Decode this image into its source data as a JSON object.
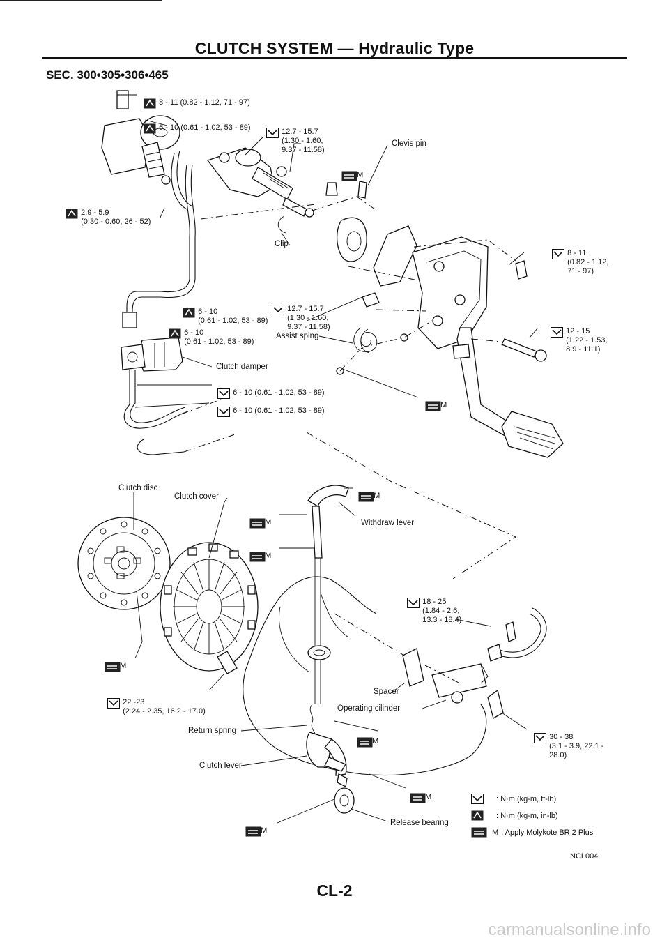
{
  "page": {
    "title": "CLUTCH SYSTEM — Hydraulic Type",
    "section": "SEC. 300•305•306•465",
    "page_number": "CL-2",
    "figure_code": "NCL004",
    "watermark": "carmanualsonline.info"
  },
  "torques": [
    {
      "id": "t1",
      "icon": "tightening-torque-in-lb",
      "text": "8 - 11 (0.82 - 1.12, 71 - 97)"
    },
    {
      "id": "t2",
      "icon": "tightening-torque-in-lb",
      "text": "6 - 10 (0.61 - 1.02, 53 - 89)"
    },
    {
      "id": "t3",
      "icon": "tightening-torque-ft-lb",
      "text": "12.7 - 15.7\n(1.30 - 1.60,\n9.37 - 11.58)"
    },
    {
      "id": "t4",
      "icon": "tightening-torque-in-lb",
      "text": "2.9 - 5.9\n(0.30 - 0.60, 26 - 52)"
    },
    {
      "id": "t5",
      "icon": "tightening-torque-ft-lb",
      "text": "8 - 11\n(0.82 - 1.12,\n71 - 97)"
    },
    {
      "id": "t6",
      "icon": "tightening-torque-in-lb",
      "text": "6 - 10\n(0.61 - 1.02, 53 - 89)"
    },
    {
      "id": "t7",
      "icon": "tightening-torque-ft-lb",
      "text": "12.7 - 15.7\n(1.30 - 1.60,\n9.37 - 11.58)"
    },
    {
      "id": "t8",
      "icon": "tightening-torque-in-lb",
      "text": "6 - 10\n(0.61 - 1.02, 53 - 89)"
    },
    {
      "id": "t9",
      "icon": "tightening-torque-ft-lb",
      "text": "12 - 15\n(1.22 - 1.53,\n8.9 - 11.1)"
    },
    {
      "id": "t10",
      "icon": "tightening-torque-ft-lb",
      "text": "6 - 10 (0.61 - 1.02, 53 - 89)"
    },
    {
      "id": "t11",
      "icon": "tightening-torque-ft-lb",
      "text": "6 - 10 (0.61 - 1.02, 53 - 89)"
    },
    {
      "id": "t12",
      "icon": "tightening-torque-ft-lb",
      "text": "18 - 25\n(1.84 - 2.6,\n13.3 - 18.4)"
    },
    {
      "id": "t13",
      "icon": "tightening-torque-ft-lb",
      "text": "22 -23\n(2.24 - 2.35, 16.2 - 17.0)"
    },
    {
      "id": "t14",
      "icon": "tightening-torque-ft-lb",
      "text": "30 - 38\n(3.1 - 3.9, 22.1 -\n28.0)"
    }
  ],
  "parts": {
    "clevis_pin": "Clevis pin",
    "clip": "Clip",
    "assist_spring": "Assist sping",
    "clutch_damper": "Clutch damper",
    "clutch_disc": "Clutch disc",
    "clutch_cover": "Clutch cover",
    "withdraw_lever": "Withdraw lever",
    "spacer": "Spacer",
    "operating_cylinder": "Operating cilinder",
    "return_spring": "Return spring",
    "clutch_lever": "Clutch lever",
    "release_bearing": "Release bearing"
  },
  "grease_mark": "M",
  "legend": [
    {
      "icon": "tightening-torque-ft-lb",
      "text": ": N·m (kg-m, ft-lb)"
    },
    {
      "icon": "tightening-torque-in-lb",
      "text": ": N·m (kg-m, in-lb)"
    },
    {
      "icon": "molykote-grease",
      "mark": "M",
      "text": ": Apply Molykote BR 2 Plus"
    }
  ]
}
